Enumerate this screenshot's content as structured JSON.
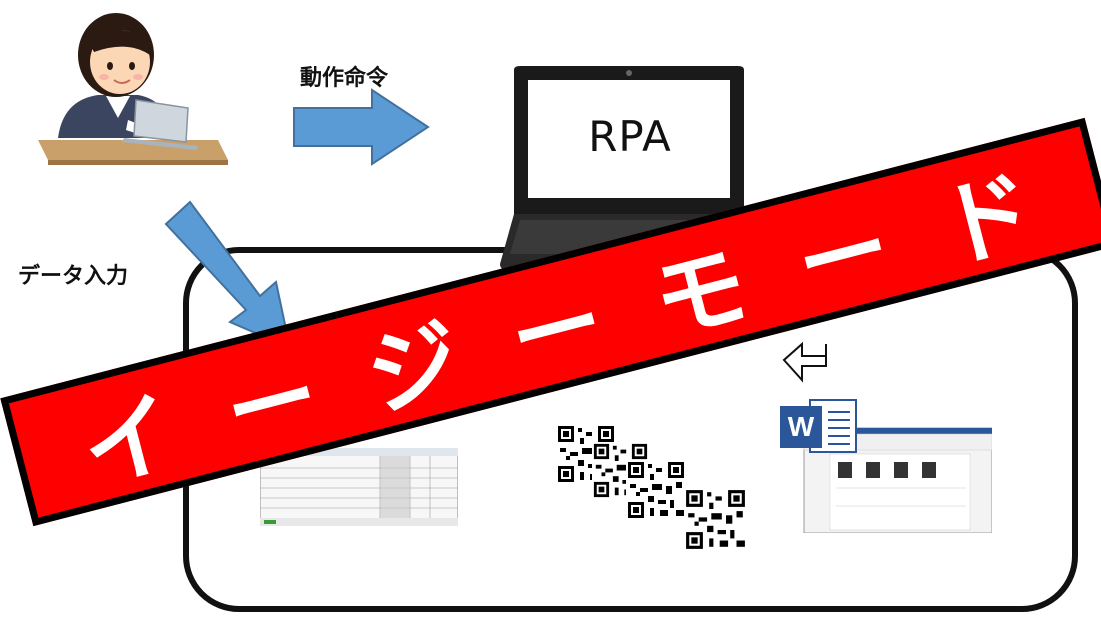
{
  "labels": {
    "command": "動作命令",
    "data_input": "データ入力",
    "laptop_screen": "RPA"
  },
  "banner": {
    "text": "イージーモード"
  },
  "icons": {
    "user": "person-at-laptop-illustration",
    "laptop": "laptop-icon",
    "spreadsheet": "spreadsheet-screenshot",
    "qr": "qr-code-icon",
    "word": "word-document-icon"
  },
  "colors": {
    "arrow": "#5b9bd5",
    "banner": "#ff0000",
    "word_blue": "#2b579a"
  }
}
